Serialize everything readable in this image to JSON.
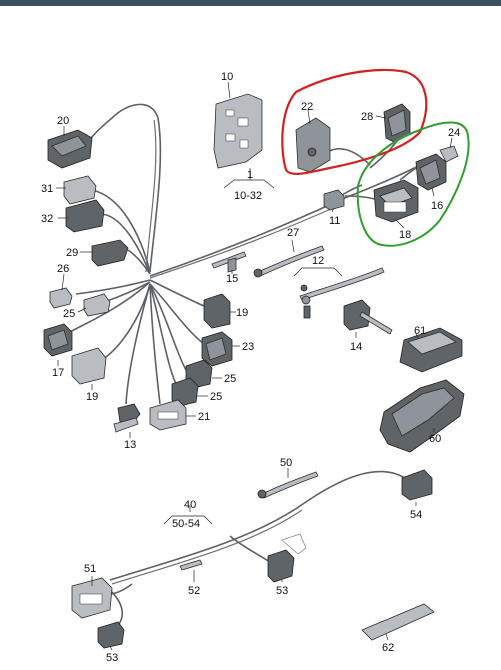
{
  "labels": {
    "l10": "10",
    "l22": "22",
    "l28": "28",
    "l24": "24",
    "l20": "20",
    "l1": "1",
    "l1032": "10-32",
    "l31": "31",
    "l32": "32",
    "l11": "11",
    "l16": "16",
    "l18": "18",
    "l29": "29",
    "l27": "27",
    "l26": "26",
    "l12": "12",
    "l15": "15",
    "l25a": "25",
    "l19a": "19",
    "l14": "14",
    "l61": "61",
    "l17": "17",
    "l23": "23",
    "l19b": "19",
    "l25b": "25",
    "l25c": "25",
    "l21": "21",
    "l13": "13",
    "l60": "60",
    "l50": "50",
    "l40": "40",
    "l5054": "50-54",
    "l54": "54",
    "l51": "51",
    "l52": "52",
    "l53a": "53",
    "l53b": "53",
    "l62": "62"
  },
  "colors": {
    "highlight_red": "#d42020",
    "highlight_green": "#2ea02e",
    "header_bar": "#3a4f63"
  }
}
